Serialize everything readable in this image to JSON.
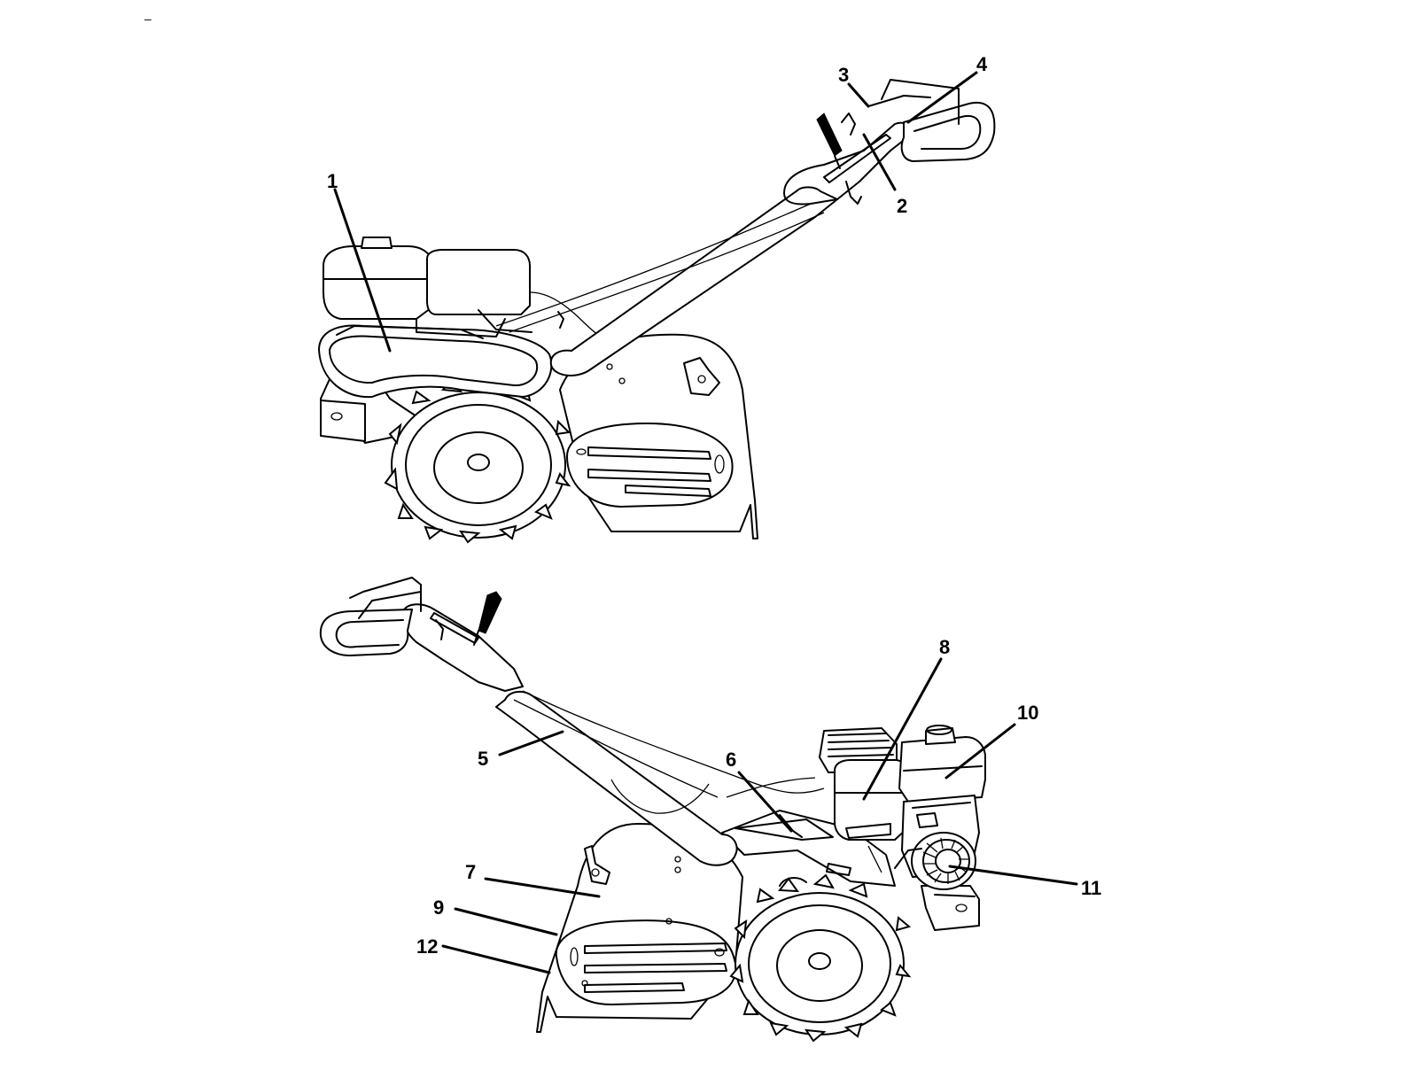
{
  "corner_mark": "–",
  "callouts": [
    {
      "id": "1",
      "label": "1"
    },
    {
      "id": "2",
      "label": "2"
    },
    {
      "id": "3",
      "label": "3"
    },
    {
      "id": "4",
      "label": "4"
    },
    {
      "id": "5",
      "label": "5"
    },
    {
      "id": "6",
      "label": "6"
    },
    {
      "id": "7",
      "label": "7"
    },
    {
      "id": "8",
      "label": "8"
    },
    {
      "id": "9",
      "label": "9"
    },
    {
      "id": "10",
      "label": "10"
    },
    {
      "id": "11",
      "label": "11"
    },
    {
      "id": "12",
      "label": "12"
    }
  ]
}
